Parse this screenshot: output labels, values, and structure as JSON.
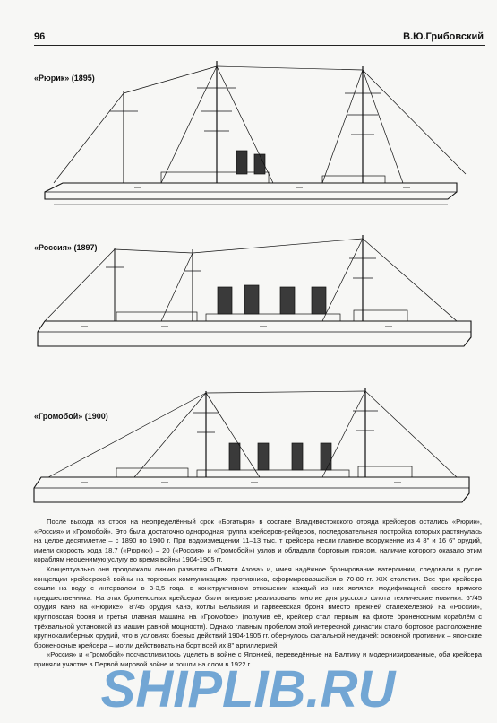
{
  "header": {
    "page_number": "96",
    "author": "В.Ю.Грибовский"
  },
  "figures": [
    {
      "caption": "«Рюрик» (1895)"
    },
    {
      "caption": "«Россия» (1897)"
    },
    {
      "caption": "«Громобой» (1900)"
    }
  ],
  "body_paragraphs": [
    "После выхода из строя на неопределённый срок «Богатыря» в составе Владивостокского отряда крейсеров остались «Рюрик», «Россия» и «Громобой». Это была достаточно однородная группа крейсеров-рейдеров, последовательная постройка которых растянулась на целое десятилетие – с 1890 по 1900 г. При водоизмещении 11–13 тыс. т крейсера несли главное вооружение из 4 8\" и 16 6\" орудий, имели скорость хода 18,7 («Рюрик») – 20 («Россия» и «Громобой») узлов и обладали бортовым поясом, наличие которого оказало этим кораблям неоценимую услугу во время войны 1904-1905 гг.",
    "Концептуально они продолжали линию развития «Памяти Азова» и, имея надёжное бронирование ватерлинии, следовали в русле концепции крейсерской войны на торговых коммуникациях противника, сформировавшейся в 70-80 гг. XIX столетия. Все три крейсера сошли на воду с интервалом в 3-3,5 года, в конструктивном отношении каждый из них являлся модификацией своего прямого предшественника. На этих броненосных крейсерах были впервые реализованы многие для русского флота технические новинки: 6\"/45 орудия Канэ на «Рюрике», 8\"/45 орудия Канэ, котлы Бельвиля и гарвеевская броня вместо прежней сталежелезной на «России», крупповская броня и третья главная машина на «Громобое» (получив её, крейсер стал первым на флоте броненосным кораблём с трёхвальной установкой из машин равной мощности). Однако главным пробелом этой интересной династии стало бортовое расположение крупнокалиберных орудий, что в условиях боевых действий 1904-1905 гг. обернулось фатальной неудачей: основной противник – японские броненосные крейсера – могли действовать на борт всей их 8\" артиллерией.",
    "«Россия» и «Громобой» посчастливилось уцелеть в войне с Японией, переведённые на Балтику и модернизированные, оба крейсера приняли участие в Первой мировой войне и пошли на слом в 1922 г."
  ],
  "watermark": {
    "text": "SHIPLIB.RU"
  },
  "colors": {
    "ink": "#111111",
    "watermark": "#3f86c8",
    "paper": "#f7f7f5"
  }
}
